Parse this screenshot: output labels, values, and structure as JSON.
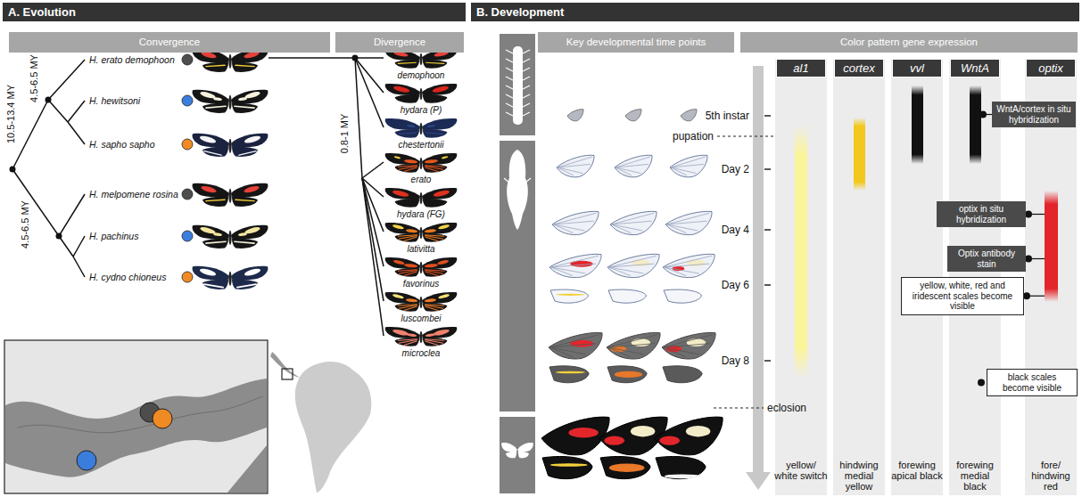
{
  "diagram": {
    "nodes": [
      {
        "text": [
          "A. Evolution"
        ]
      },
      {
        "text": [
          "Convergence"
        ]
      },
      {
        "text": [
          "Divergence"
        ]
      },
      {
        "text": [
          "B. Development"
        ]
      },
      {
        "text": [
          "Key developmental time points"
        ]
      },
      {
        "text": [
          "Color pattern gene expression"
        ]
      },
      {
        "text": [
          "al1"
        ]
      },
      {
        "text": [
          "cortex"
        ]
      },
      {
        "text": [
          "vvl"
        ]
      },
      {
        "text": [
          "WntA"
        ]
      },
      {
        "text": [
          "optix"
        ]
      },
      {
        "text": [
          "WntA/cortex in situ hybridization"
        ]
      },
      {
        "text": [
          "optix in situ hybridization"
        ]
      },
      {
        "text": [
          "Optix antibody stain"
        ]
      },
      {
        "text": [
          "yellow, white, red and iridescent scales become visible"
        ]
      },
      {
        "text": [
          "black scales become visible"
        ]
      }
    ],
    "labels": [
      "10.5-13.4 MY",
      "4.5-6.5 MY",
      "H. erato demophoon",
      "H. hewitsoni",
      "H. sapho sapho",
      "4.5-6.5 MY",
      "H. melpomene rosina",
      "H. pachinus",
      "H. cydno chioneus",
      "0.8-1 MY",
      "demophoon",
      "hydara (P)",
      "chestertonii",
      "erato",
      "hydara (FG)",
      "lativitta",
      "favorinus",
      "luscombei",
      "microclea",
      "5th instar",
      "pupation",
      "Day 2",
      "Day 4",
      "Day 6",
      "Day 8",
      "eclosion",
      "yellow/ white switch",
      "hindwing medial yellow",
      "forewing apical black",
      "forewing medial black",
      "fore/ hindwing red"
    ]
  }
}
